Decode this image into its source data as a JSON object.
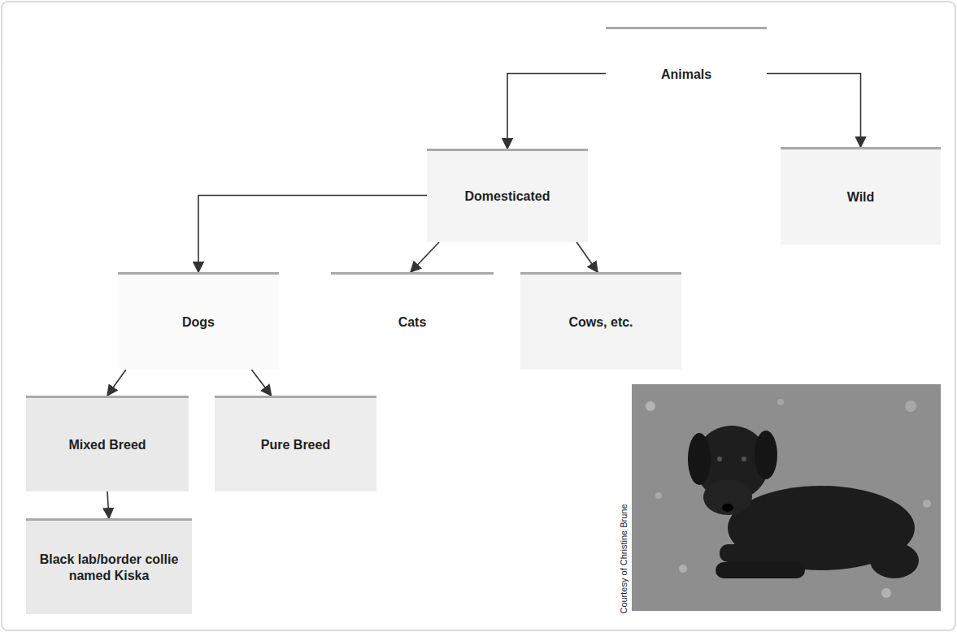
{
  "diagram": {
    "nodes": [
      {
        "text": [
          "Animals"
        ]
      },
      {
        "text": [
          "Domesticated"
        ]
      },
      {
        "text": [
          "Wild"
        ]
      },
      {
        "text": [
          "Dogs"
        ]
      },
      {
        "text": [
          "Cats"
        ]
      },
      {
        "text": [
          "Cows, etc."
        ]
      },
      {
        "text": [
          "Mixed Breed"
        ]
      },
      {
        "text": [
          "Pure Breed"
        ]
      },
      {
        "text": [
          "Black lab/border collie named Kiska"
        ]
      }
    ],
    "edges": [
      {
        "from": 0,
        "to": 1,
        "arrow": "to"
      },
      {
        "from": 0,
        "to": 2,
        "arrow": "to"
      },
      {
        "from": 1,
        "to": 3,
        "arrow": "to"
      },
      {
        "from": 1,
        "to": 4,
        "arrow": "to"
      },
      {
        "from": 1,
        "to": 5,
        "arrow": "to"
      },
      {
        "from": 3,
        "to": 6,
        "arrow": "to"
      },
      {
        "from": 3,
        "to": 7,
        "arrow": "to"
      },
      {
        "from": 6,
        "to": 8,
        "arrow": "to"
      }
    ],
    "labels": [
      "Courtesy of Christine Brune"
    ]
  }
}
